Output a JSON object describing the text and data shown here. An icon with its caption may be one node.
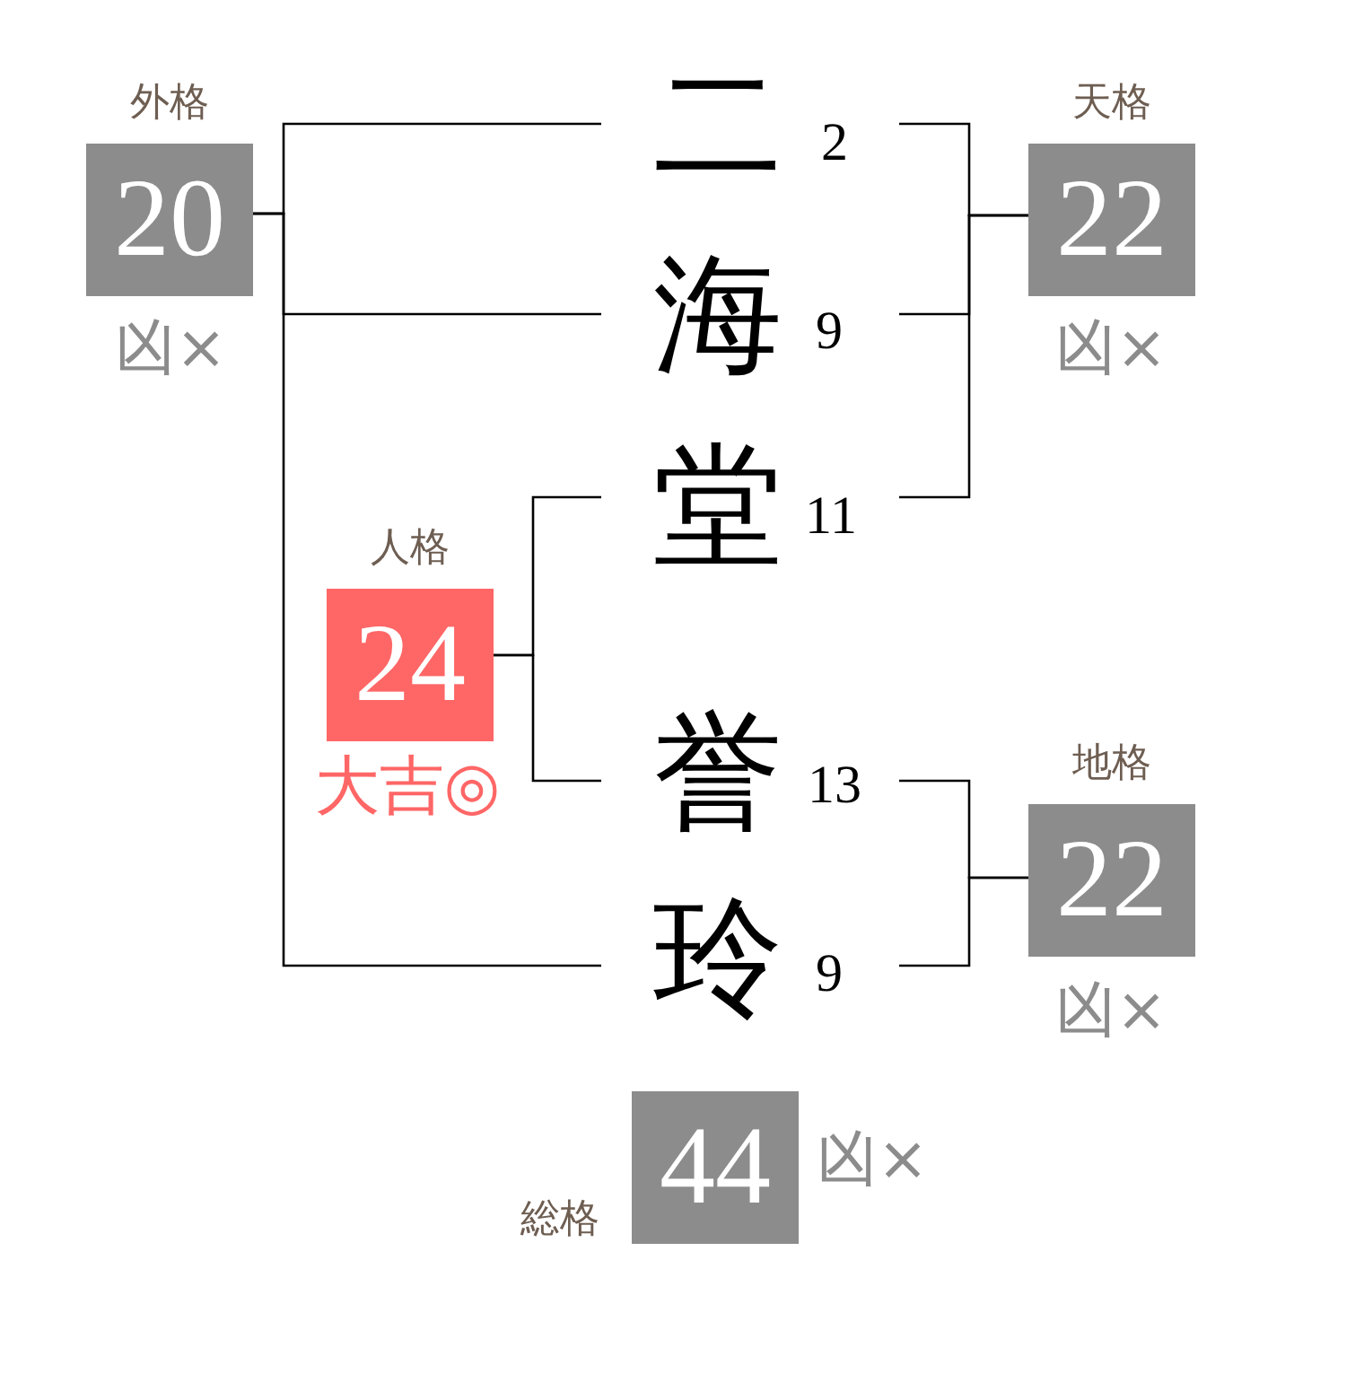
{
  "diagram": {
    "nodes": [
      {
        "text": [
          "外格",
          "20"
        ],
        "beside": [
          "凶×"
        ]
      },
      {
        "text": [
          "二"
        ],
        "beside": [
          "2"
        ]
      },
      {
        "text": [
          "天格",
          "22"
        ],
        "beside": [
          "凶×"
        ]
      },
      {
        "text": [
          "海"
        ],
        "beside": [
          "9"
        ]
      },
      {
        "text": [
          "堂"
        ],
        "beside": [
          "11"
        ]
      },
      {
        "text": [
          "人格",
          "24"
        ],
        "beside": [
          "大吉◎"
        ]
      },
      {
        "text": [
          "誉"
        ],
        "beside": [
          "13"
        ]
      },
      {
        "text": [
          "地格",
          "22"
        ],
        "beside": [
          "凶×"
        ]
      },
      {
        "text": [
          "玲"
        ],
        "beside": [
          "9"
        ]
      },
      {
        "text": [
          "総格",
          "44"
        ],
        "beside": [
          "凶×"
        ]
      }
    ],
    "edges": [
      {
        "from": 1,
        "to": 0,
        "arrow": "none"
      },
      {
        "from": 3,
        "to": 0,
        "arrow": "none"
      },
      {
        "from": 8,
        "to": 0,
        "arrow": "none"
      },
      {
        "from": 1,
        "to": 2,
        "arrow": "none"
      },
      {
        "from": 3,
        "to": 2,
        "arrow": "none"
      },
      {
        "from": 4,
        "to": 2,
        "arrow": "none"
      },
      {
        "from": 4,
        "to": 5,
        "arrow": "none"
      },
      {
        "from": 6,
        "to": 5,
        "arrow": "none"
      },
      {
        "from": 6,
        "to": 7,
        "arrow": "none"
      },
      {
        "from": 8,
        "to": 7,
        "arrow": "none"
      }
    ]
  }
}
